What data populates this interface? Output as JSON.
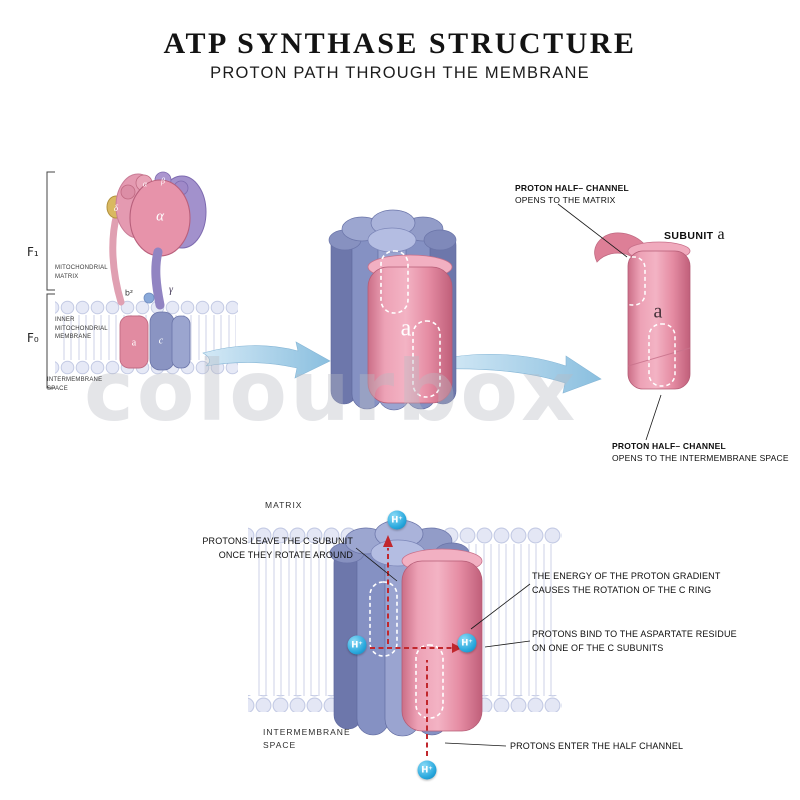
{
  "header": {
    "title": "ATP SYNTHASE STRUCTURE",
    "subtitle": "PROTON PATH THROUGH THE MEMBRANE"
  },
  "watermark": "colourbox",
  "colors": {
    "subunit_pink": "#e2849b",
    "c_ring_blue": "#8b94c2",
    "membrane_head": "#e6e9f6",
    "proton_blue": "#29a8dd",
    "path_red": "#c1272d"
  },
  "figure_full": {
    "f1": "F₁",
    "f0": "F₀",
    "matrix": "MITOCHONDRIAL MATRIX",
    "inner_membrane": "INNER MITOCHONDRIAL MEMBRANE",
    "intermembrane": "INTERMEMBRANE SPACE",
    "alpha": "α",
    "beta": "β",
    "gamma": "γ",
    "delta": "δ",
    "b2": "b²",
    "a": "a",
    "c": "c"
  },
  "figure_cring": {
    "a": "a"
  },
  "figure_subunit": {
    "heading_prefix": "SUBUNIT",
    "heading_letter": "a",
    "a": "a",
    "top_note_title": "PROTON HALF– CHANNEL",
    "top_note_body": "OPENS TO THE MATRIX",
    "bottom_note_title": "PROTON HALF– CHANNEL",
    "bottom_note_body": "OPENS TO THE INTERMEMBRANE SPACE"
  },
  "figure_path": {
    "matrix": "MATRIX",
    "intermembrane": "INTERMEMBRANE SPACE",
    "proton": "H⁺",
    "note_leave": "PROTONS LEAVE THE C SUBUNIT ONCE THEY ROTATE AROUND",
    "note_energy": "THE ENERGY OF THE PROTON GRADIENT CAUSES THE ROTATION OF THE C RING",
    "note_bind": "PROTONS BIND TO THE ASPARTATE RESIDUE ON ONE OF THE C SUBUNITS",
    "note_enter": "PROTONS ENTER THE HALF CHANNEL"
  }
}
